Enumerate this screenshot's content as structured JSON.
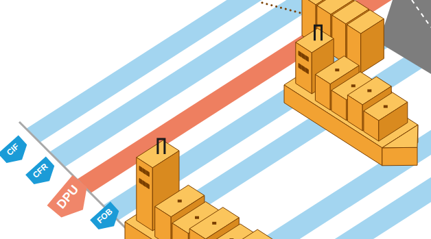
{
  "diagram": {
    "nodes": [
      {
        "text": [
          "CIF"
        ]
      },
      {
        "text": [
          "CFR"
        ]
      },
      {
        "text": [
          "DPU"
        ]
      },
      {
        "text": [
          "FOB"
        ]
      }
    ]
  }
}
